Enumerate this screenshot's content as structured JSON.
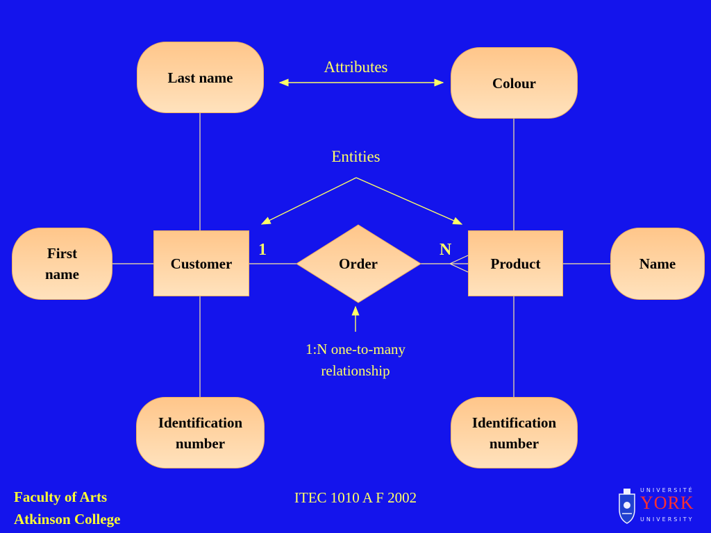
{
  "nodes": {
    "last_name": "Last name",
    "colour": "Colour",
    "first_name_line1": "First",
    "first_name_line2": "name",
    "customer": "Customer",
    "order": "Order",
    "product": "Product",
    "name": "Name",
    "id_customer_line1": "Identification",
    "id_customer_line2": "number",
    "id_product_line1": "Identification",
    "id_product_line2": "number"
  },
  "annotations": {
    "attributes": "Attributes",
    "entities": "Entities",
    "cardinality_one": "1",
    "cardinality_many": "N",
    "relationship_line1": "1:N one-to-many",
    "relationship_line2": "relationship"
  },
  "footer": {
    "faculty": "Faculty of Arts",
    "college": "Atkinson College",
    "course": "ITEC 1010 A F 2002"
  },
  "logo": {
    "top_text": "UNIVERSITÉ",
    "name": "YORK",
    "bottom_text": "UNIVERSITY"
  },
  "colors": {
    "background": "#1414ec",
    "node_fill_top": "#ffc68a",
    "node_fill_bottom": "#ffe2bd",
    "annotation": "#ffff66",
    "logo_red": "#ff3030"
  }
}
